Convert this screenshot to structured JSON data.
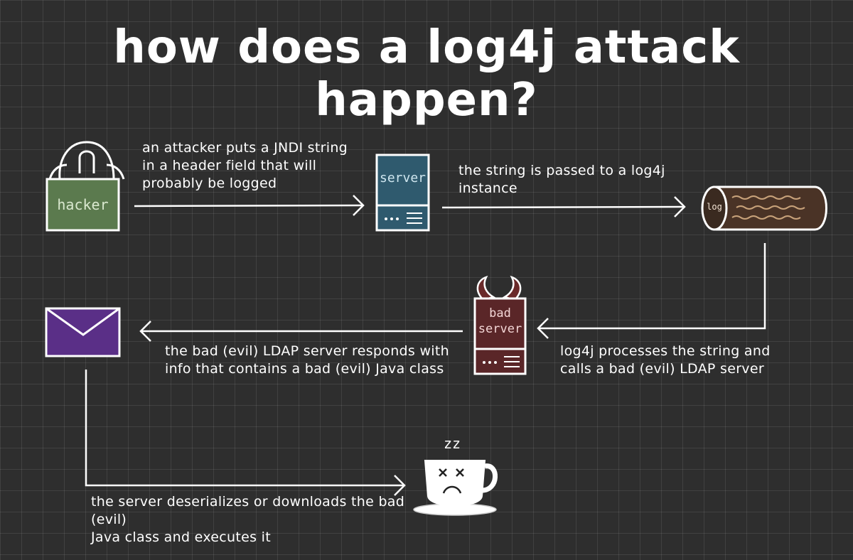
{
  "title": "how does a log4j attack happen?",
  "nodes": {
    "hacker": {
      "label": "hacker",
      "color": "#5b7a4e"
    },
    "server": {
      "label": "server",
      "color": "#2f5a6e"
    },
    "log": {
      "label": "log",
      "color": "#4a3326"
    },
    "bad_server": {
      "label": "bad\nserver",
      "color": "#5a2628"
    },
    "envelope": {
      "color": "#5a2f87"
    },
    "coffee_cup": {
      "sleep": "zz"
    }
  },
  "steps": [
    {
      "text": "an attacker puts a JNDI string\nin a header field that will\nprobably be logged"
    },
    {
      "text": "the string is passed to a log4j\ninstance"
    },
    {
      "text": "log4j processes the string and\ncalls a bad (evil) LDAP server"
    },
    {
      "text": "the bad (evil) LDAP server responds with\ninfo that contains a bad (evil) Java class"
    },
    {
      "text": "the server deserializes or downloads the bad (evil)\nJava class and executes it"
    }
  ]
}
